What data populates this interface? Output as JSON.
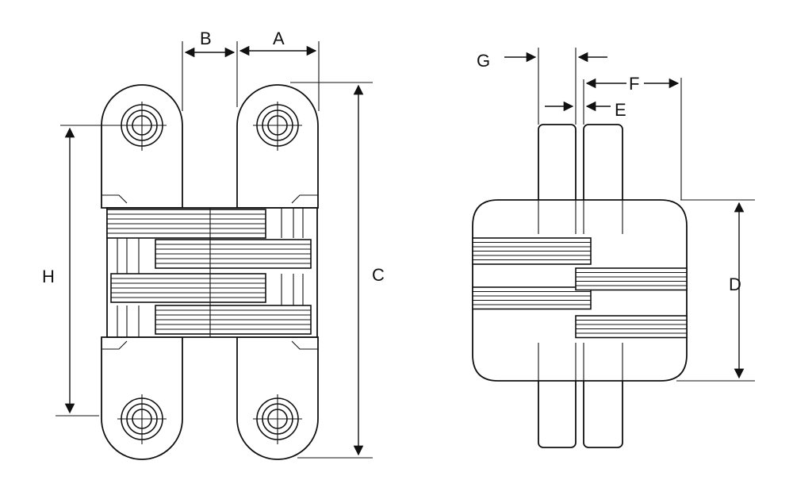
{
  "diagram": {
    "front_view": {
      "labels": {
        "a": "A",
        "b": "B",
        "c": "C",
        "h": "H"
      }
    },
    "side_view": {
      "labels": {
        "d": "D",
        "e": "E",
        "f": "F",
        "g": "G"
      }
    },
    "colors": {
      "line": "#111111",
      "background": "#ffffff"
    }
  }
}
